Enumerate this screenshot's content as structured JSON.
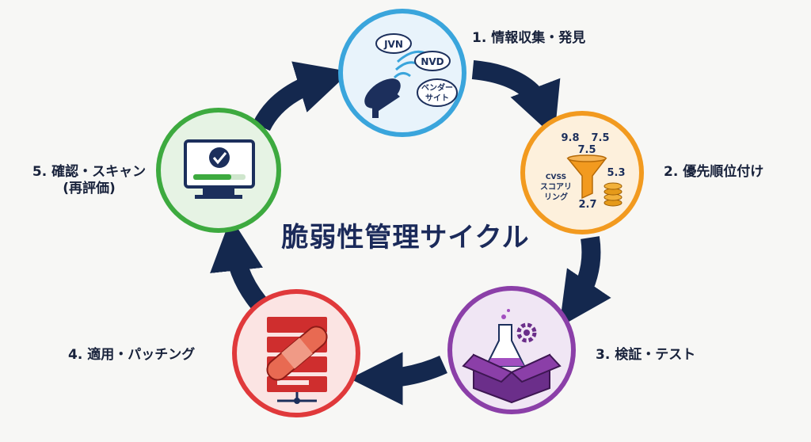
{
  "title": "脆弱性管理サイクル",
  "steps": [
    {
      "label": "1. 情報収集・発見",
      "color": "#3aa5dc",
      "fill": "#e8f3fb",
      "icon": "satellite-dish-icon",
      "clouds": [
        "JVN",
        "NVD",
        "ベンダー",
        "サイト"
      ]
    },
    {
      "label": "2. 優先順位付け",
      "color": "#f29a1f",
      "fill": "#fdf0dc",
      "icon": "funnel-icon",
      "scores": [
        "9.8",
        "7.5",
        "7.5",
        "5.3",
        "2.7"
      ],
      "scoring_lines": [
        "CVSS",
        "スコアリ",
        "リング"
      ]
    },
    {
      "label": "3. 検証・テスト",
      "color": "#8b3fa8",
      "fill": "#f0e6f4",
      "icon": "flask-box-icon"
    },
    {
      "label": "4. 適用・パッチング",
      "color": "#e0393b",
      "fill": "#fbe4e3",
      "icon": "server-bandage-icon"
    },
    {
      "label": "5. 確認・スキャン",
      "sublabel": "(再評価)",
      "color": "#3daa3f",
      "fill": "#e6f3e4",
      "icon": "monitor-check-icon"
    }
  ],
  "arrow_color": "#14284e"
}
